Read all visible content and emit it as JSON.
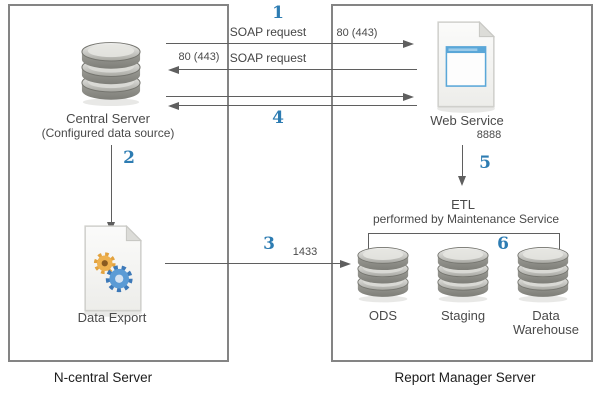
{
  "left_box": {
    "label": "N-central Server",
    "central_server": {
      "title": "Central Server",
      "subtitle": "(Configured data source)"
    },
    "data_export": {
      "title": "Data Export"
    }
  },
  "right_box": {
    "label": "Report Manager Server",
    "web_service": {
      "title": "Web Service",
      "port": "8888"
    },
    "etl": {
      "title": "ETL",
      "subtitle": "performed by Maintenance Service"
    },
    "databases": [
      {
        "title": "ODS"
      },
      {
        "title": "Staging"
      },
      {
        "title": "Data Warehouse"
      }
    ]
  },
  "connections": {
    "soap_request_out": {
      "label": "SOAP request",
      "port": "80 (443)"
    },
    "soap_request_back": {
      "label": "SOAP request",
      "port": "80 (443)"
    },
    "data_export_flow": {
      "port": "1433"
    }
  },
  "steps": [
    "1",
    "2",
    "3",
    "4",
    "5",
    "6"
  ],
  "colors": {
    "step_number": "#2d7cb2",
    "line": "#5f5f5f",
    "box_border": "#848484",
    "browser_blue": "#5aa7d8",
    "gear_orange": "#e2a23e",
    "gear_blue": "#5b9bd5"
  }
}
